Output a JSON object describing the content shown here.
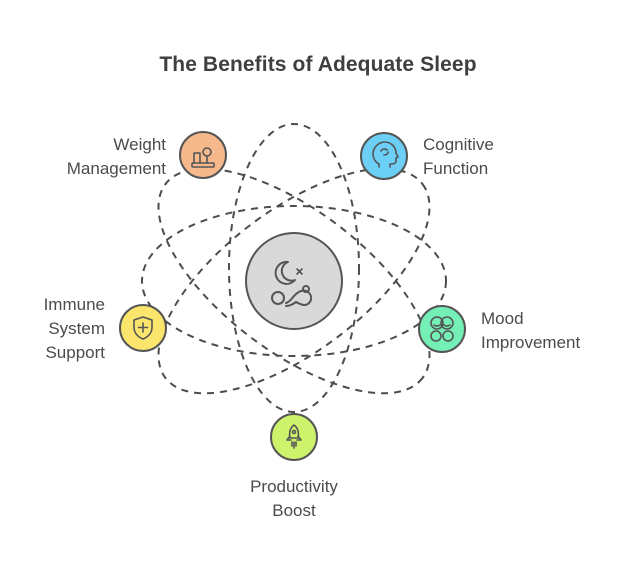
{
  "title": "The Benefits of Adequate Sleep",
  "center": {
    "icon": "sleeping-person-moon-icon",
    "fill": "#d9d9d9",
    "stroke": "#555555"
  },
  "benefits": [
    {
      "id": "weight-management",
      "lines": [
        "Weight",
        "Management"
      ],
      "icon": "scale-icon",
      "color": "#f5b98c"
    },
    {
      "id": "cognitive-function",
      "lines": [
        "Cognitive",
        "Function"
      ],
      "icon": "brain-head-icon",
      "color": "#6bcff6"
    },
    {
      "id": "mood-improvement",
      "lines": [
        "Mood",
        "Improvement"
      ],
      "icon": "happy-faces-icon",
      "color": "#74f0b6"
    },
    {
      "id": "productivity-boost",
      "lines": [
        "Productivity",
        "Boost"
      ],
      "icon": "rocket-icon",
      "color": "#cdf36c"
    },
    {
      "id": "immune-system-support",
      "lines": [
        "Immune",
        "System",
        "Support"
      ],
      "icon": "shield-cross-icon",
      "color": "#fbe56d"
    }
  ]
}
